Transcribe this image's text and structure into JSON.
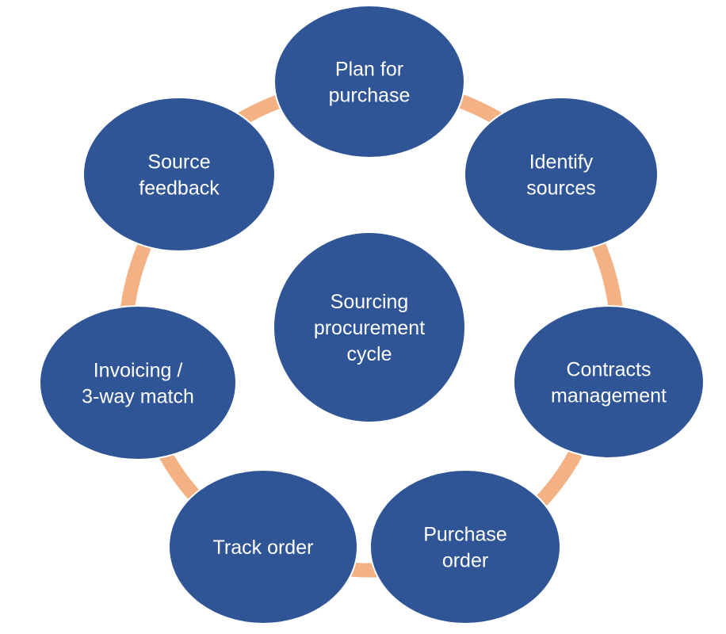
{
  "title": "Sourcing procurement cycle",
  "colors": {
    "node_fill": "#2F5597",
    "connector_fill": "#F4B183",
    "text": "#FFFFFF",
    "background": "#FFFFFF"
  },
  "center": {
    "lines": [
      "Sourcing",
      "procurement",
      "cycle"
    ]
  },
  "cycle_nodes": [
    {
      "id": "plan-for-purchase",
      "lines": [
        "Plan for",
        "purchase"
      ]
    },
    {
      "id": "identify-sources",
      "lines": [
        "Identify",
        "sources"
      ]
    },
    {
      "id": "contracts-management",
      "lines": [
        "Contracts",
        "management"
      ]
    },
    {
      "id": "purchase-order",
      "lines": [
        "Purchase",
        "order"
      ]
    },
    {
      "id": "track-order",
      "lines": [
        "Track order"
      ]
    },
    {
      "id": "invoicing-3-way-match",
      "lines": [
        "Invoicing /",
        "3-way match"
      ]
    },
    {
      "id": "source-feedback",
      "lines": [
        "Source",
        "feedback"
      ]
    }
  ]
}
